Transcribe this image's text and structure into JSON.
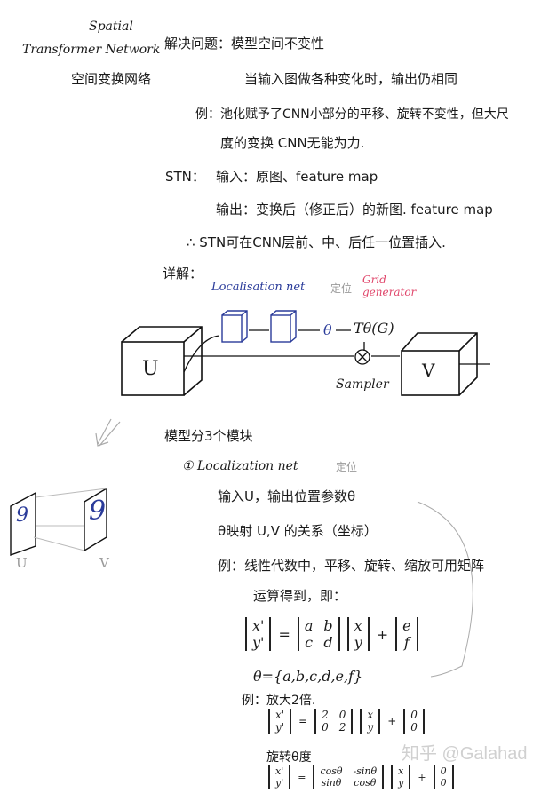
{
  "title": {
    "line1": "Spatial",
    "line2": "Transformer Network",
    "line3": "空间变换网络"
  },
  "intro": {
    "problem": "解决问题：模型空间不变性",
    "problem_detail": "当输入图做各种变化时，输出仍相同",
    "example_line1": "例：池化赋予了CNN小部分的平移、旋转不变性，但大尺",
    "example_line2": "度的变换 CNN无能为力.",
    "stn_label": "STN：",
    "stn_input": "输入：原图、feature map",
    "stn_output": "输出：变换后（修正后）的新图. feature map",
    "conclusion": "∴ STN可在CNN层前、中、后任一位置插入."
  },
  "details": {
    "label": "详解：",
    "diagram": {
      "loc_net": "Localisation net",
      "loc_net_cn": "定位",
      "grid_gen": "Grid generator",
      "theta": "θ",
      "transform": "Tθ(G)",
      "input": "U",
      "output": "V",
      "sampler": "Sampler",
      "colors": {
        "loc_net": "#2a3b9a",
        "grid_gen": "#e0456a"
      }
    }
  },
  "modules": {
    "heading": "模型分3个模块",
    "item1": "① Localization net",
    "item1_cn": "定位",
    "line_input": "输入U，输出位置参数θ",
    "line_map": "θ映射 U,V 的关系（坐标）",
    "line_example1": "例：线性代数中，平移、旋转、缩放可用矩阵",
    "line_example2": "运算得到，即：",
    "side_figure": {
      "u_label": "U",
      "v_label": "V",
      "digit": "9"
    },
    "eq1": {
      "lhs": [
        "x'",
        "y'"
      ],
      "m": [
        "a",
        "b",
        "c",
        "d"
      ],
      "v": [
        "x",
        "y"
      ],
      "t": [
        "e",
        "f"
      ]
    },
    "theta_set": "θ={a,b,c,d,e,f}",
    "scale_example": "例：放大2倍.",
    "eq2": {
      "lhs": [
        "x'",
        "y'"
      ],
      "m": [
        "2",
        "0",
        "0",
        "2"
      ],
      "v": [
        "x",
        "y"
      ],
      "t": [
        "0",
        "0"
      ]
    },
    "rotate_example": "旋转θ度",
    "eq3": {
      "lhs": [
        "x'",
        "y'"
      ],
      "m": [
        "cosθ",
        "-sinθ",
        "sinθ",
        "cosθ"
      ],
      "v": [
        "x",
        "y"
      ],
      "t": [
        "0",
        "0"
      ]
    },
    "equals": "=",
    "plus": "+"
  },
  "watermark": "知乎 @Galahad"
}
